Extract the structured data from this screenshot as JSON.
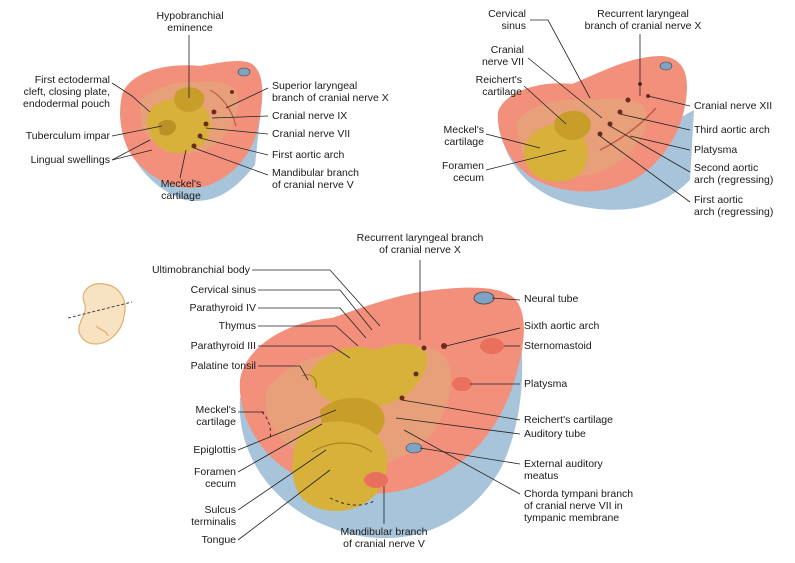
{
  "colors": {
    "mesoderm": "#f2907c",
    "mesoderm_dark": "#e8705d",
    "endoderm": "#d8b13a",
    "endoderm_dark": "#a98522",
    "ectoderm": "#a8c4da",
    "ectoderm_dark": "#7fa3c4",
    "embryo_outline": "#f0cfa0",
    "leader": "#222222"
  },
  "panel_a": {
    "labels": {
      "hypobranchial": "Hypobranchial\neminence",
      "first_ecto_cleft": "First ectodermal\ncleft, closing plate,\nendodermal pouch",
      "tuberculum": "Tuberculum impar",
      "lingual": "Lingual swellings",
      "meckel": "Meckel's\ncartilage",
      "sup_laryngeal": "Superior laryngeal\nbranch of cranial nerve X",
      "cn9": "Cranial nerve IX",
      "cn7": "Cranial nerve VII",
      "first_aortic": "First aortic arch",
      "mandibular": "Mandibular branch\nof cranial nerve V"
    }
  },
  "panel_b": {
    "labels": {
      "cervical_sinus": "Cervical\nsinus",
      "recurrent": "Recurrent laryngeal\nbranch of cranial nerve X",
      "cn7": "Cranial\nnerve VII",
      "reichert": "Reichert's\ncartilage",
      "meckel": "Meckel's\ncartilage",
      "foramen": "Foramen\ncecum",
      "cn12": "Cranial nerve XII",
      "third_aortic": "Third aortic arch",
      "platysma": "Platysma",
      "second_aortic": "Second aortic\narch (regressing)",
      "first_aortic": "First aortic\narch (regressing)"
    }
  },
  "panel_c": {
    "labels": {
      "recurrent": "Recurrent laryngeal branch\nof cranial nerve X",
      "ultimobranchial": "Ultimobranchial body",
      "cervical_sinus": "Cervical sinus",
      "parathyroid4": "Parathyroid IV",
      "thymus": "Thymus",
      "parathyroid3": "Parathyroid III",
      "palatine": "Palatine tonsil",
      "meckel": "Meckel's\ncartilage",
      "epiglottis": "Epiglottis",
      "foramen": "Foramen\ncecum",
      "sulcus": "Sulcus\nterminalis",
      "tongue": "Tongue",
      "mandibular": "Mandibular branch\nof cranial nerve V",
      "neural_tube": "Neural tube",
      "sixth_aortic": "Sixth aortic arch",
      "sternomastoid": "Sternomastoid",
      "platysma": "Platysma",
      "reichert": "Reichert's cartilage",
      "auditory_tube": "Auditory tube",
      "ext_auditory": "External auditory\nmeatus",
      "chorda": "Chorda tympani branch\nof cranial nerve VII in\ntympanic membrane"
    }
  }
}
